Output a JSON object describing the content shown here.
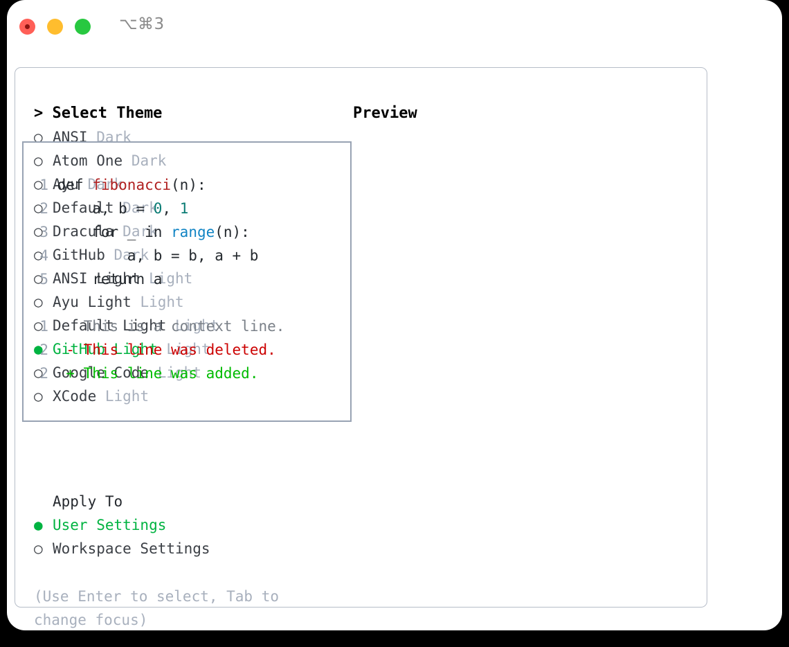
{
  "titlebar": {
    "shortcut": "⌥⌘3",
    "lights": [
      "close-red",
      "minimize-yellow",
      "zoom-green"
    ]
  },
  "theme_picker": {
    "header": "> Select Theme",
    "marker_selected": "●",
    "marker_unselected": "○",
    "accent_color": "#00b341",
    "items": [
      {
        "label": "ANSI",
        "tag": "Dark",
        "selected": false
      },
      {
        "label": "Atom One",
        "tag": "Dark",
        "selected": false
      },
      {
        "label": "Ayu",
        "tag": "Dark",
        "selected": false
      },
      {
        "label": "Default",
        "tag": "Dark",
        "selected": false
      },
      {
        "label": "Dracula",
        "tag": "Dark",
        "selected": false
      },
      {
        "label": "GitHub",
        "tag": "Dark",
        "selected": false
      },
      {
        "label": "ANSI Light",
        "tag": "Light",
        "selected": false
      },
      {
        "label": "Ayu Light",
        "tag": "Light",
        "selected": false
      },
      {
        "label": "Default Light",
        "tag": "Light",
        "selected": false
      },
      {
        "label": "GitHub Light",
        "tag": "Light",
        "selected": true
      },
      {
        "label": "Google Code",
        "tag": "Light",
        "selected": false
      },
      {
        "label": "XCode",
        "tag": "Light",
        "selected": false
      }
    ]
  },
  "apply_to": {
    "header": "Apply To",
    "options": [
      {
        "label": "User Settings",
        "selected": true
      },
      {
        "label": "Workspace Settings",
        "selected": false
      }
    ]
  },
  "hint": "(Use Enter to select, Tab to change focus)",
  "preview": {
    "header": "Preview",
    "code_lines": [
      {
        "no": "1",
        "tokens": [
          {
            "t": "def ",
            "c": "plain"
          },
          {
            "t": "fibonacci",
            "c": "fn"
          },
          {
            "t": "(n):",
            "c": "plain"
          }
        ]
      },
      {
        "no": "2",
        "tokens": [
          {
            "t": "    a, b = ",
            "c": "plain"
          },
          {
            "t": "0",
            "c": "num"
          },
          {
            "t": ", ",
            "c": "plain"
          },
          {
            "t": "1",
            "c": "num"
          }
        ]
      },
      {
        "no": "3",
        "tokens": [
          {
            "t": "    for _ in ",
            "c": "plain"
          },
          {
            "t": "range",
            "c": "call"
          },
          {
            "t": "(n):",
            "c": "plain"
          }
        ]
      },
      {
        "no": "4",
        "tokens": [
          {
            "t": "        a, b = b, a + b",
            "c": "plain"
          }
        ]
      },
      {
        "no": "5",
        "tokens": [
          {
            "t": "    return a",
            "c": "plain"
          }
        ]
      }
    ],
    "diff_lines": [
      {
        "no": "1",
        "sign": " ",
        "text": "This is a context line.",
        "kind": "ctx"
      },
      {
        "no": "2",
        "sign": "-",
        "text": "This line was deleted.",
        "kind": "del"
      },
      {
        "no": "2",
        "sign": "+",
        "text": "This line was added.",
        "kind": "add"
      }
    ]
  }
}
